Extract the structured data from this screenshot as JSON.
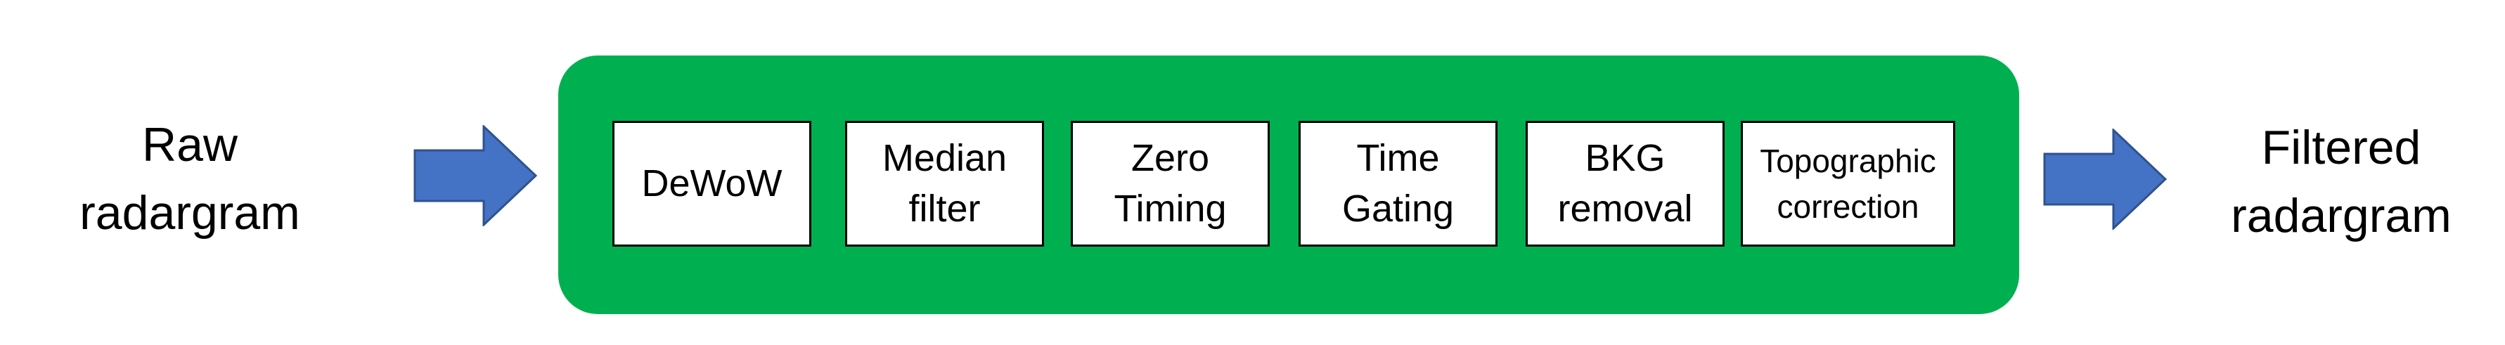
{
  "input": {
    "lines": [
      "Raw",
      "radargram"
    ]
  },
  "output": {
    "lines": [
      "Filtered",
      "radargram"
    ]
  },
  "steps": [
    {
      "lines": [
        "DeWoW"
      ]
    },
    {
      "lines": [
        "Median",
        "filter"
      ]
    },
    {
      "lines": [
        "Zero",
        "Timing"
      ]
    },
    {
      "lines": [
        "Time",
        "Gating"
      ]
    },
    {
      "lines": [
        "BKG",
        "removal"
      ]
    },
    {
      "lines": [
        "Topographic",
        "correction"
      ]
    }
  ],
  "colors": {
    "pipeline_fill": "#00b050",
    "arrow_fill": "#4472c4",
    "arrow_stroke": "#2f528f",
    "step_fill": "#ffffff",
    "step_border": "#000000"
  },
  "icons": {
    "flow_arrow": "right-block-arrow-icon"
  }
}
